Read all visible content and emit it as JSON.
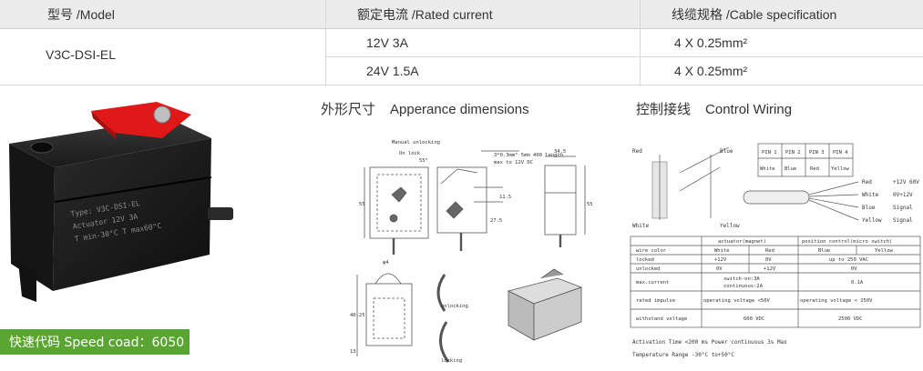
{
  "spec_table": {
    "headers": {
      "model": "型号 /Model",
      "current": "额定电流 /Rated current",
      "cable": "线缆规格 /Cable specification"
    },
    "model": "V3C-DSI-EL",
    "rows": [
      {
        "current": "12V 3A",
        "cable": "4 X 0.25mm²"
      },
      {
        "current": "24V 1.5A",
        "cable": "4 X 0.25mm²"
      }
    ]
  },
  "product": {
    "label_lines": [
      "Type: V3C-DSI-EL",
      "Actuator 12V 3A",
      "T min-30°C T max60°C"
    ],
    "speed_code_label": "快速代码 Speed coad：6050"
  },
  "sections": {
    "dimensions_cn": "外形尺寸",
    "dimensions_en": "Apperance dimensions",
    "wiring_cn": "控制接线",
    "wiring_en": "Control Wiring"
  },
  "dimensions": {
    "manual_unlocking": "Manual unlocking",
    "on_lock": "On lock",
    "angle": "55°",
    "note1": "3*0.3mm² 5mm 400 length",
    "note2": "max to 12V DC",
    "w1": "34.5",
    "h1": "55",
    "h2": "55",
    "d1": "27.5",
    "d2": "11.5",
    "dia": "φ4",
    "h3": "40.25",
    "h4": "13",
    "unlocking": "unlocking",
    "locking": "locking"
  },
  "wiring": {
    "pins": [
      "PIN 1",
      "PIN 2",
      "PIN 3",
      "PIN 4"
    ],
    "pin_colors": [
      "White",
      "Blue",
      "Red",
      "Yellow"
    ],
    "left_labels": {
      "red": "Red",
      "blue": "Blue",
      "white": "White",
      "yellow": "Yellow"
    },
    "wires": [
      {
        "color": "Red",
        "signal": "+12V 60V"
      },
      {
        "color": "White",
        "signal": "0V+12V"
      },
      {
        "color": "Blue",
        "signal": "Signal"
      },
      {
        "color": "Yellow",
        "signal": "Signal"
      }
    ],
    "table": {
      "group_actuator": "actuator(magnet)",
      "group_position": "position control(micro switch)",
      "rows": [
        [
          "wire color",
          "White",
          "Red",
          "Blue",
          "Yellow"
        ],
        [
          "locked",
          "+12V",
          "0V",
          "up to 250 VAC",
          ""
        ],
        [
          "unlocked",
          "0V",
          "+12V",
          "0V",
          ""
        ],
        [
          "max.current",
          "switch-on:3A",
          "",
          "0.1A",
          ""
        ],
        [
          "",
          "continuous:2A",
          "",
          "",
          ""
        ],
        [
          "rated impulse",
          "operating voltage <50V",
          "",
          "operating voltage < 250V",
          ""
        ],
        [
          "withstand voltage",
          "",
          "600 VDC",
          "2500 VDC",
          ""
        ]
      ]
    },
    "footer1": "Activation Time <200 ms     Power continuous 3s Max",
    "footer2": "Temperature Range -30°C to+50°C"
  }
}
